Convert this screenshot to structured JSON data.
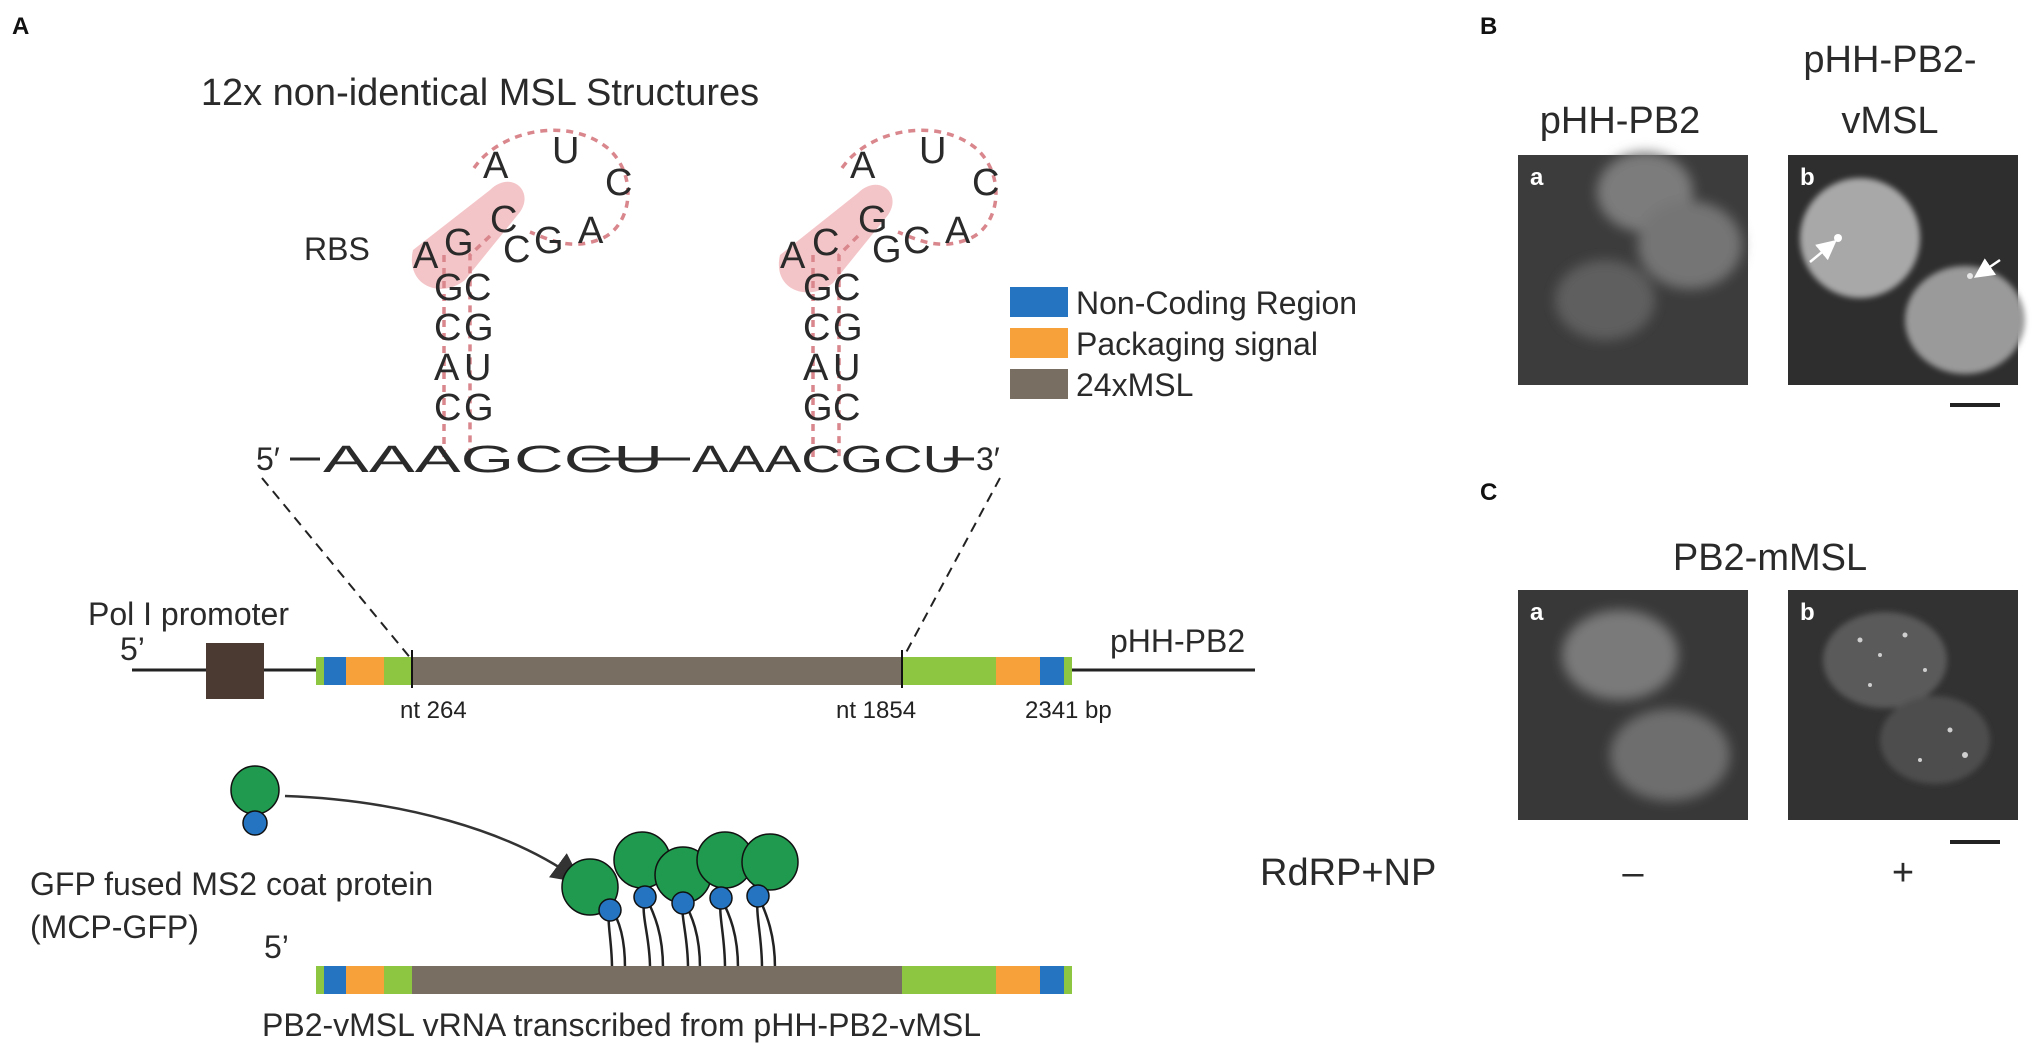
{
  "panels": {
    "a": "A",
    "b": "B",
    "c": "C"
  },
  "msl": {
    "title": "12x non-identical MSL Structures",
    "rbs_label": "RBS",
    "five_prime": "5′",
    "three_prime": "3′",
    "left_loop": [
      "A",
      "U",
      "C",
      "A",
      "G",
      "C",
      "C",
      "G",
      "A"
    ],
    "left_stem": [
      "G",
      "C",
      "C",
      "G",
      "A",
      "U",
      "C",
      "G"
    ],
    "left_base": "AAAGCCU",
    "right_loop": [
      "A",
      "U",
      "C",
      "A",
      "C",
      "G",
      "G",
      "C",
      "A"
    ],
    "right_stem": [
      "G",
      "C",
      "C",
      "G",
      "A",
      "U",
      "G",
      "C"
    ],
    "right_base": "AAACGCU"
  },
  "legend": [
    {
      "label": "Non-Coding Region",
      "color": "#2474c1"
    },
    {
      "label": "Packaging signal",
      "color": "#f7a13b"
    },
    {
      "label": "24xMSL",
      "color": "#786e62"
    }
  ],
  "construct": {
    "promoter": "Pol I promoter",
    "five_prime": "5’",
    "name": "pHH-PB2",
    "nt_start": "nt 264",
    "nt_end": "nt 1854",
    "length": "2341 bp"
  },
  "mcp": {
    "label_line1": "GFP fused MS2 coat protein",
    "label_line2": "(MCP-GFP)",
    "five_prime": "5’",
    "caption": "PB2-vMSL vRNA transcribed from pHH-PB2-vMSL"
  },
  "colors": {
    "noncoding": "#2474c1",
    "packaging": "#f7a13b",
    "msl": "#786e62",
    "utr": "#8dc640",
    "gfp": "#1f9a4e",
    "mcp": "#2474c1",
    "promoter": "#4b3a32",
    "rbs": "#f0b5b8"
  },
  "panel_b": {
    "title_a": "pHH-PB2",
    "title_b_line1": "pHH-PB2-",
    "title_b_line2": "vMSL",
    "sub_a": "a",
    "sub_b": "b"
  },
  "panel_c": {
    "title": "PB2-mMSL",
    "sub_a": "a",
    "sub_b": "b",
    "row_label": "RdRP+NP",
    "minus": "–",
    "plus": "+"
  }
}
